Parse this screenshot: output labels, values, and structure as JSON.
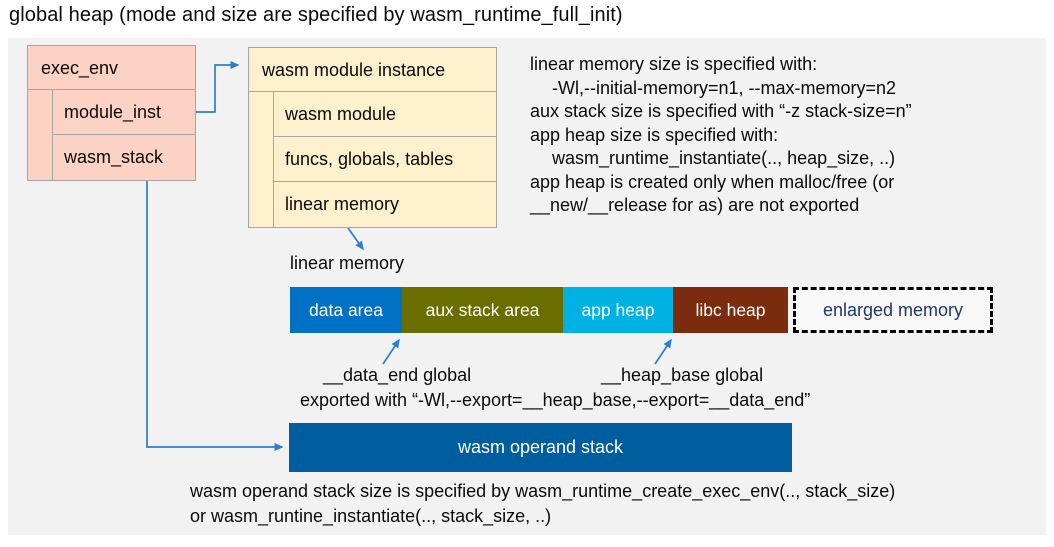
{
  "title": "global heap (mode and size are specified by wasm_runtime_full_init)",
  "exec_env": {
    "header": "exec_env",
    "rows": [
      "module_inst",
      "wasm_stack"
    ]
  },
  "module_instance": {
    "header": "wasm module instance",
    "rows": [
      "wasm module",
      "funcs, globals, tables",
      "linear memory"
    ]
  },
  "notes": {
    "lines": [
      {
        "text": "linear memory size is specified with:",
        "indent": false
      },
      {
        "text": "-Wl,--initial-memory=n1, --max-memory=n2",
        "indent": true
      },
      {
        "text": "aux stack size is specified with “-z stack-size=n”",
        "indent": false
      },
      {
        "text": "app heap size is specified with:",
        "indent": false
      },
      {
        "text": "wasm_runtime_instantiate(.., heap_size, ..)",
        "indent": true
      },
      {
        "text": "app heap is created only when malloc/free (or",
        "indent": false
      },
      {
        "text": "__new/__release for as) are not exported",
        "indent": false
      }
    ]
  },
  "linear_memory": {
    "label": "linear memory",
    "segments": [
      {
        "label": "data area",
        "color": "#0071c5"
      },
      {
        "label": "aux stack area",
        "color": "#6a6e00"
      },
      {
        "label": "app heap",
        "color": "#00b2e3"
      },
      {
        "label": "libc heap",
        "color": "#7c2c0e"
      }
    ],
    "enlarged": {
      "label": "enlarged memory",
      "text_color": "#1f3864"
    }
  },
  "annotations": {
    "data_end": "__data_end global",
    "heap_base": "__heap_base global",
    "exported": "exported with “-Wl,--export=__heap_base,--export=__data_end”"
  },
  "operand_stack": {
    "label": "wasm operand stack",
    "color": "#005e9e",
    "note_line1": "wasm operand stack size is specified by wasm_runtime_create_exec_env(.., stack_size)",
    "note_line2": "or wasm_runtine_instantiate(.., stack_size, ..)"
  },
  "colors": {
    "panel_background": "#f2f2f2",
    "exec_env_fill": "#fbd2c3",
    "module_instance_fill": "#fdf0cc",
    "border_gray": "#a6a6a6",
    "arrow_blue": "#2d7dd2",
    "enlarged_text_navy": "#1f3864"
  }
}
